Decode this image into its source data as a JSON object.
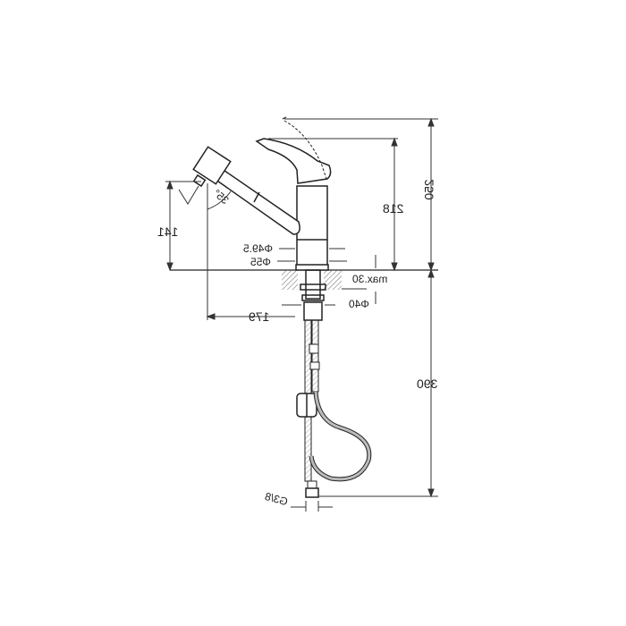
{
  "drawing": {
    "type": "technical-dimension-drawing",
    "subject": "pull-out kitchen mixer faucet",
    "mirrored": true,
    "dimensions": {
      "total_height": "250",
      "handle_height": "218",
      "spout_height": "141",
      "below_counter_length": "390",
      "body_diameter_upper": "Φ49.5",
      "body_diameter_lower": "Φ55",
      "max_counter_thickness": "max.30",
      "mounting_diameter": "Φ40",
      "spout_reach": "179",
      "spout_angle": "35°",
      "connection_thread": "G3/8"
    }
  },
  "colors": {
    "line": "#222222",
    "dim_line": "#333333",
    "hatch": "#666666",
    "background": "#ffffff"
  }
}
